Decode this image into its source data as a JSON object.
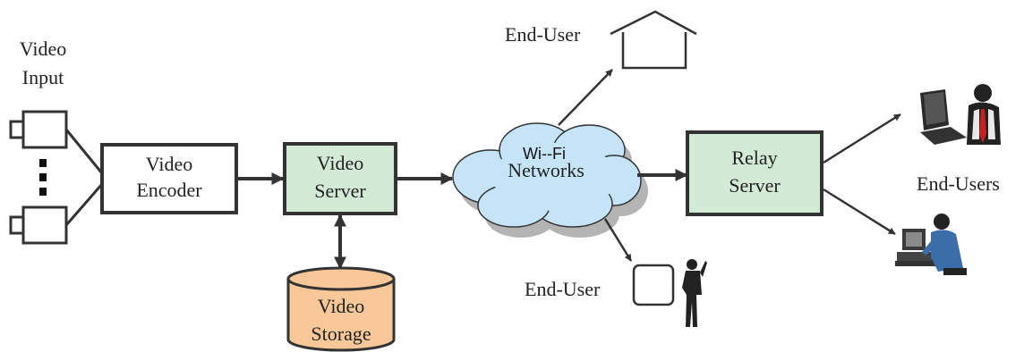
{
  "diagram": {
    "video_input": {
      "line1": "Video",
      "line2": "Input"
    },
    "video_encoder": {
      "line1": "Video",
      "line2": "Encoder"
    },
    "video_server": {
      "line1": "Video",
      "line2": "Server"
    },
    "video_storage": {
      "line1": "Video",
      "line2": "Storage"
    },
    "network": {
      "line1": "Wi--Fi",
      "line2": "Networks"
    },
    "relay_server": {
      "line1": "Relay",
      "line2": "Server"
    },
    "end_user_top": "End-User",
    "end_user_bottom": "End-User",
    "end_users_right": "End-Users",
    "colors": {
      "server_fill": "#d3ead6",
      "storage_fill": "#f8c898",
      "cloud_fill": "#c6e4f8",
      "cloud_shadow": "#b4b4b4",
      "stroke": "#333333"
    }
  }
}
